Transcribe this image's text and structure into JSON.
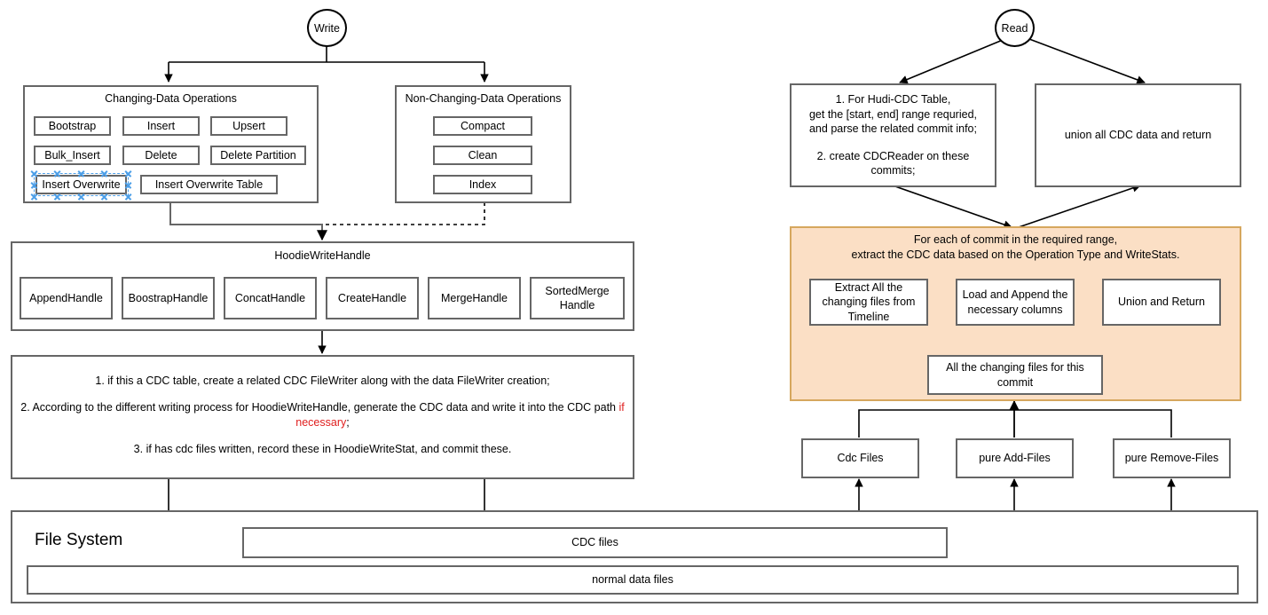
{
  "write_flow": {
    "start_label": "Write",
    "changing_group": {
      "title": "Changing-Data Operations",
      "items": [
        "Bootstrap",
        "Insert",
        "Upsert",
        "Bulk_Insert",
        "Delete",
        "Delete Partition",
        "Insert  Overwrite",
        "Insert  Overwrite Table"
      ],
      "selected_item": "Insert  Overwrite"
    },
    "non_changing_group": {
      "title": "Non-Changing-Data Operations",
      "items": [
        "Compact",
        "Clean",
        "Index"
      ]
    },
    "handle_group": {
      "title": "HoodieWriteHandle",
      "items": [
        "AppendHandle",
        "BoostrapHandle",
        "ConcatHandle",
        "CreateHandle",
        "MergeHandle",
        "SortedMerge Handle"
      ]
    },
    "notes": {
      "line1": "1. if this a CDC table, create a related CDC FileWriter along with the data FileWriter creation;",
      "line2_a": "2. According to the different writing process for HoodieWriteHandle, generate the CDC data and write it into the CDC path ",
      "line2_red": "if necessary",
      "line2_b": ";",
      "line3": "3. if has cdc files written, record these in HoodieWriteStat, and commit these."
    }
  },
  "file_system": {
    "label": "File System",
    "cdc_files": "CDC files",
    "normal_data_files": "normal data files"
  },
  "read_flow": {
    "start_label": "Read",
    "step1": "1. For Hudi-CDC Table,\nget the [start, end] range requried,\nand parse the related commit info;\n\n2. create CDCReader on these commits;",
    "step1_lines": [
      "1. For Hudi-CDC Table,",
      "get the [start, end] range requried,",
      "and parse the related commit info;",
      "",
      "2. create CDCReader on these",
      "commits;"
    ],
    "union_box": "union all CDC data and return",
    "orange_panel": {
      "title_line1": "For each of commit in the required range,",
      "title_line2": "extract the CDC data based on the Operation Type and WriteStats.",
      "boxes": [
        "Extract All the changing files from Timeline",
        "Load and Append the necessary columns",
        "Union and Return",
        "All the changing files for this commit"
      ]
    },
    "source_boxes": [
      "Cdc Files",
      "pure Add-Files",
      "pure Remove-Files"
    ]
  },
  "colors": {
    "box_border": "#666666",
    "line": "#000000",
    "panel_fill": "#fbdfc5",
    "panel_border": "#d6a75e",
    "accent_red": "#e02020",
    "selection_blue": "#4d9fe8"
  }
}
